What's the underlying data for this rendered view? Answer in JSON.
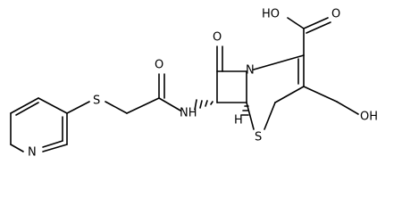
{
  "molecule": {
    "atoms": {
      "carboxylic_acid_oh": "HO",
      "carbonyl_oxygen_acid": "O",
      "beta_lactam_oxygen": "O",
      "amide_oxygen": "O",
      "ring_nitrogen": "N",
      "amide_nh": "NH",
      "thioether_sulfur_left": "S",
      "ring_sulfur": "S",
      "stereo_hydrogen": "H",
      "hydroxymethyl_oh": "OH",
      "pyridine_nitrogen": "N"
    }
  }
}
